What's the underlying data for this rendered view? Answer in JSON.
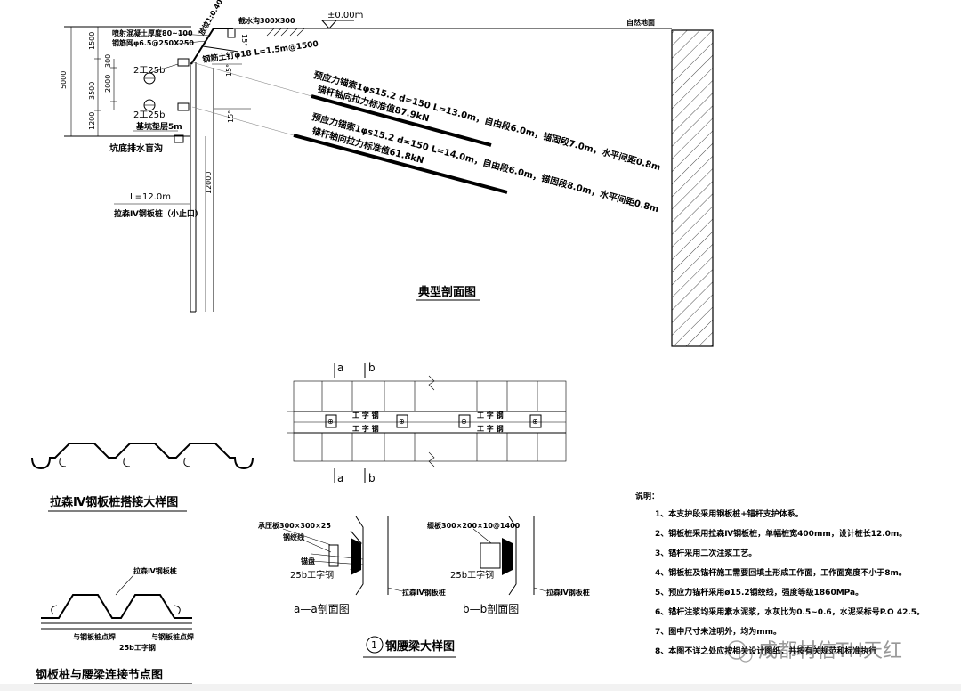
{
  "section": {
    "title": "典型剖面图",
    "elev_zero": "±0.00m",
    "natural_ground": "自然地面",
    "slope_ratio": "放坡1:0.40",
    "drain_ditch": "截水沟300X300",
    "shotcrete": "喷射混凝土厚度80~100",
    "mesh": "钢筋网φ6.5@250X250",
    "soil_nail": "钢筋土钉φ18 L=1.5m@1500",
    "waler_1": "2工25b",
    "waler_2": "2工25b",
    "cushion": "基坑垫层5m",
    "blind_ditch": "坑底排水盲沟",
    "pile_length": "L=12.0m",
    "pile_name": "拉森Ⅳ钢板桩（小止口）",
    "angle": "15°",
    "anchor1_line1": "预应力锚索1φs15.2 d=150 L=13.0m，自由段6.0m，锚固段7.0m，水平间距0.8m",
    "anchor1_line2": "锚杆轴向拉力标准值87.9kN",
    "anchor2_line1": "预应力锚索1φs15.2 d=150 L=14.0m，自由段6.0m，锚固段8.0m，水平间距0.8m",
    "anchor2_line2": "锚杆轴向拉力标准值61.8kN",
    "dims_left": [
      "5000"
    ],
    "dims_mid": [
      "1500",
      "3500",
      "1200"
    ],
    "dims_inner": [
      "300",
      "2000"
    ],
    "dim_pile": "12000"
  },
  "plan": {
    "mark_a": "a",
    "mark_b": "b",
    "beam_label": "工 字 钢"
  },
  "lap_detail": {
    "title": "拉森Ⅳ钢板桩搭接大样图"
  },
  "conn_detail": {
    "title": "钢板桩与腰梁连接节点图",
    "label_pile": "拉森Ⅳ钢板桩",
    "label_weld_l": "与钢板桩点焊",
    "label_weld_r": "与钢板桩点焊",
    "label_beam": "25b工字钢"
  },
  "waler_detail": {
    "circle_no": "1",
    "title": "钢腰梁大样图",
    "aa_title": "a—a剖面图",
    "bb_title": "b—b剖面图",
    "aa_plate": "承压板300×300×25",
    "aa_strand": "钢绞线",
    "aa_anchor": "锚盘",
    "aa_beam": "25b工字钢",
    "aa_pile": "拉森Ⅳ钢板桩",
    "bb_plate": "缀板300×200×10@1400",
    "bb_beam": "25b工字钢",
    "bb_pile": "拉森Ⅳ钢板桩"
  },
  "notes": {
    "heading": "说明：",
    "items": [
      "1、本支护段采用钢板桩+锚杆支护体系。",
      "2、钢板桩采用拉森Ⅳ钢板桩，单幅桩宽400mm，设计桩长12.0m。",
      "3、锚杆采用二次注浆工艺。",
      "4、钢板桩及锚杆施工需要回填土形成工作面，工作面宽度不小于8m。",
      "5、预应力锚杆采用ø15.2钢绞线，强度等级1860MPa。",
      "6、锚杆注浆均采用素水泥浆，水灰比为0.5~0.6，水泥采标号P.O 42.5。",
      "7、图中尺寸未注明外，均为mm。",
      "8、本图不详之处应按相关设计图纸，并按有关规范和标准执行"
    ]
  },
  "watermark": "成都材信TH天红"
}
